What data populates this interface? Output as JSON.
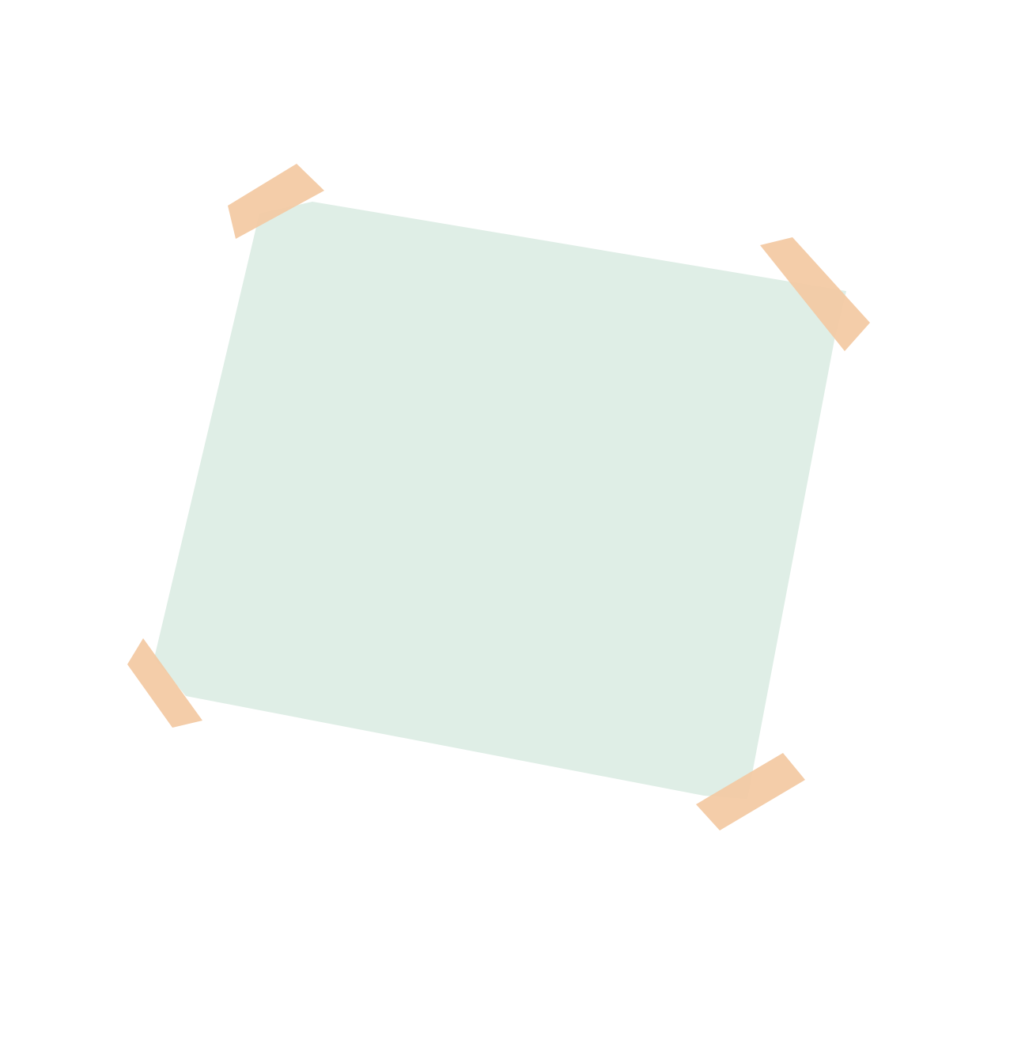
{
  "note_card": {
    "color": "#dfeee6"
  },
  "tapes": {
    "color": "#f3c9a3",
    "items": [
      {
        "id": "top-left"
      },
      {
        "id": "top-right"
      },
      {
        "id": "bottom-left"
      },
      {
        "id": "bottom-right"
      }
    ]
  }
}
